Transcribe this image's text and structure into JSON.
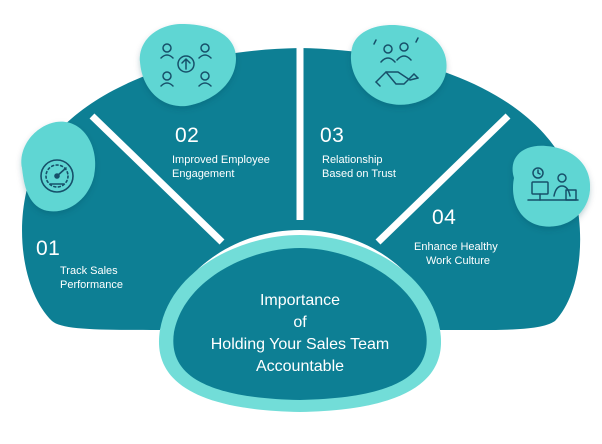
{
  "center": {
    "lines": [
      "Importance",
      "of",
      "Holding Your Sales Team",
      "Accountable"
    ]
  },
  "items": [
    {
      "number": "01",
      "line1": "Track Sales",
      "line2": "Performance",
      "icon": "speedometer-icon"
    },
    {
      "number": "02",
      "line1": "Improved Employee",
      "line2": "Engagement",
      "icon": "team-network-icon"
    },
    {
      "number": "03",
      "line1": "Relationship",
      "line2": "Based on Trust",
      "icon": "handshake-icon"
    },
    {
      "number": "04",
      "line1": "Enhance Healthy",
      "line2": "Work Culture",
      "icon": "workspace-icon"
    }
  ],
  "colors": {
    "segment": "#0d7f94",
    "divider": "#ffffff",
    "icon_badge": "#5fd6d3",
    "icon_stroke": "#17506a",
    "center_fill": "#0d7f94",
    "center_ring": "#72ddd8"
  }
}
